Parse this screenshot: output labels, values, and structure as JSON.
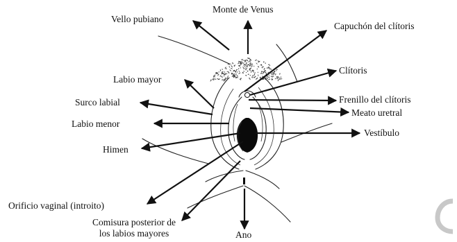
{
  "labels": {
    "vello_pubiano": "Vello pubiano",
    "monte_venus": "Monte de Venus",
    "capuchon": "Capuchón del clítoris",
    "clitoris": "Clítoris",
    "labio_mayor": "Labio mayor",
    "frenillo": "Frenillo del clítoris",
    "surco_labial": "Surco labial",
    "meato_uretral": "Meato uretral",
    "labio_menor": "Labio menor",
    "vestibulo": "Vestíbulo",
    "himen": "Himen",
    "orificio_vaginal": "Orificio vaginal (introito)",
    "comisura_l1": "Comisura posterior de",
    "comisura_l2": "los labios mayores",
    "ano": "Ano"
  }
}
